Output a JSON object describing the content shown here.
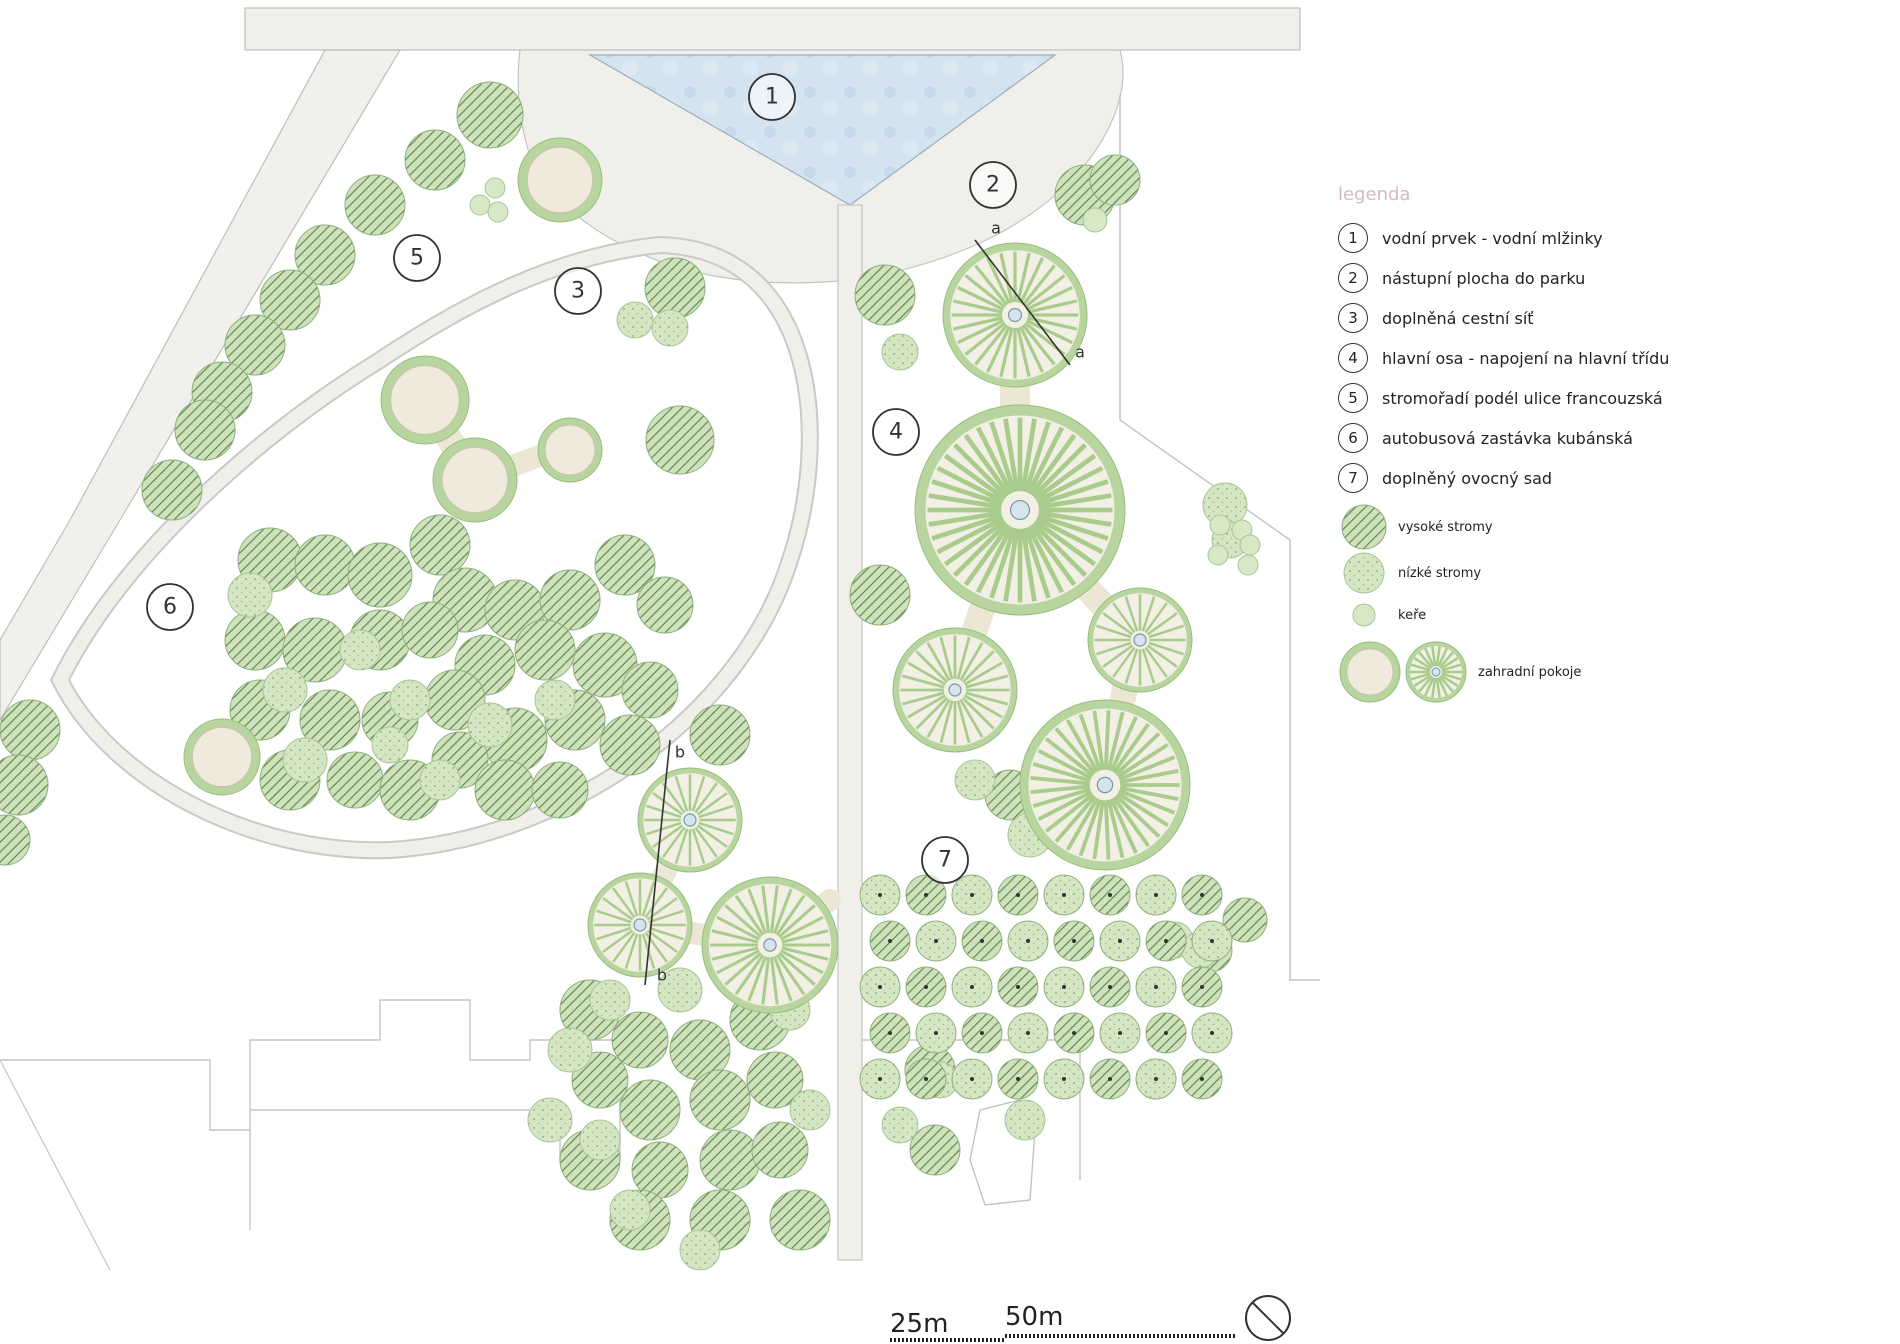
{
  "map": {
    "features": [
      {
        "id": "1",
        "label": "1"
      },
      {
        "id": "2",
        "label": "2"
      },
      {
        "id": "3",
        "label": "3"
      },
      {
        "id": "4",
        "label": "4"
      },
      {
        "id": "5",
        "label": "5"
      },
      {
        "id": "6",
        "label": "6"
      },
      {
        "id": "7",
        "label": "7"
      }
    ],
    "section_markers": [
      "a",
      "a",
      "b",
      "b"
    ],
    "colors": {
      "water": "#cfe0ef",
      "tree_fill": "#c9ddb4",
      "tree_hatch": "#6f8f5a",
      "path": "#eeece5",
      "outline": "#b8b8b8",
      "room_ring": "#b5d29a",
      "room_center": "#eeeadd"
    }
  },
  "legend": {
    "title": "legenda",
    "items": [
      {
        "num": "1",
        "text": "vodní prvek - vodní mlžinky"
      },
      {
        "num": "2",
        "text": "nástupní plocha do parku"
      },
      {
        "num": "3",
        "text": "doplněná cestní síť"
      },
      {
        "num": "4",
        "text": "hlavní osa - napojení na hlavní třídu"
      },
      {
        "num": "5",
        "text": "stromořadí podél ulice francouzská"
      },
      {
        "num": "6",
        "text": "autobusová zastávka kubánská"
      },
      {
        "num": "7",
        "text": "doplněný ovocný sad"
      }
    ],
    "symbols": [
      {
        "icon": "tall-tree-icon",
        "text": "vysoké stromy"
      },
      {
        "icon": "low-tree-icon",
        "text": "nízké stromy"
      },
      {
        "icon": "shrub-icon",
        "text": "keře"
      },
      {
        "icon": "garden-room-icon",
        "text": "zahradní pokoje"
      }
    ]
  },
  "scale": {
    "label_25": "25m",
    "label_50": "50m"
  }
}
